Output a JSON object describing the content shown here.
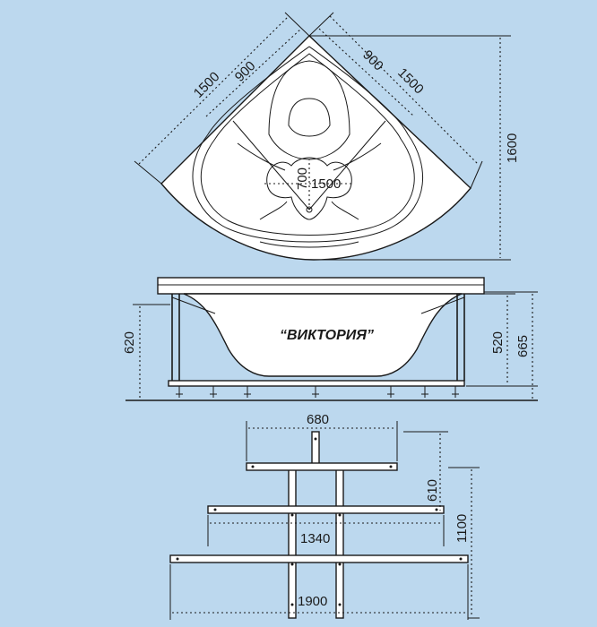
{
  "colors": {
    "background": "#bcd8ee",
    "line": "#1a1a1a",
    "fill": "#ffffff"
  },
  "top_view": {
    "side_1500_left": "1500",
    "side_900_left": "900",
    "side_900_right": "900",
    "side_1500_right": "1500",
    "height_1600": "1600",
    "inner_700": "700",
    "inner_1500": "1500"
  },
  "side_view": {
    "model_name": "“ВИКТОРИЯ”",
    "height_620": "620",
    "height_520": "520",
    "height_665": "665"
  },
  "frame_view": {
    "width_680": "680",
    "depth_610": "610",
    "width_1340": "1340",
    "depth_1100": "1100",
    "width_1900": "1900"
  }
}
